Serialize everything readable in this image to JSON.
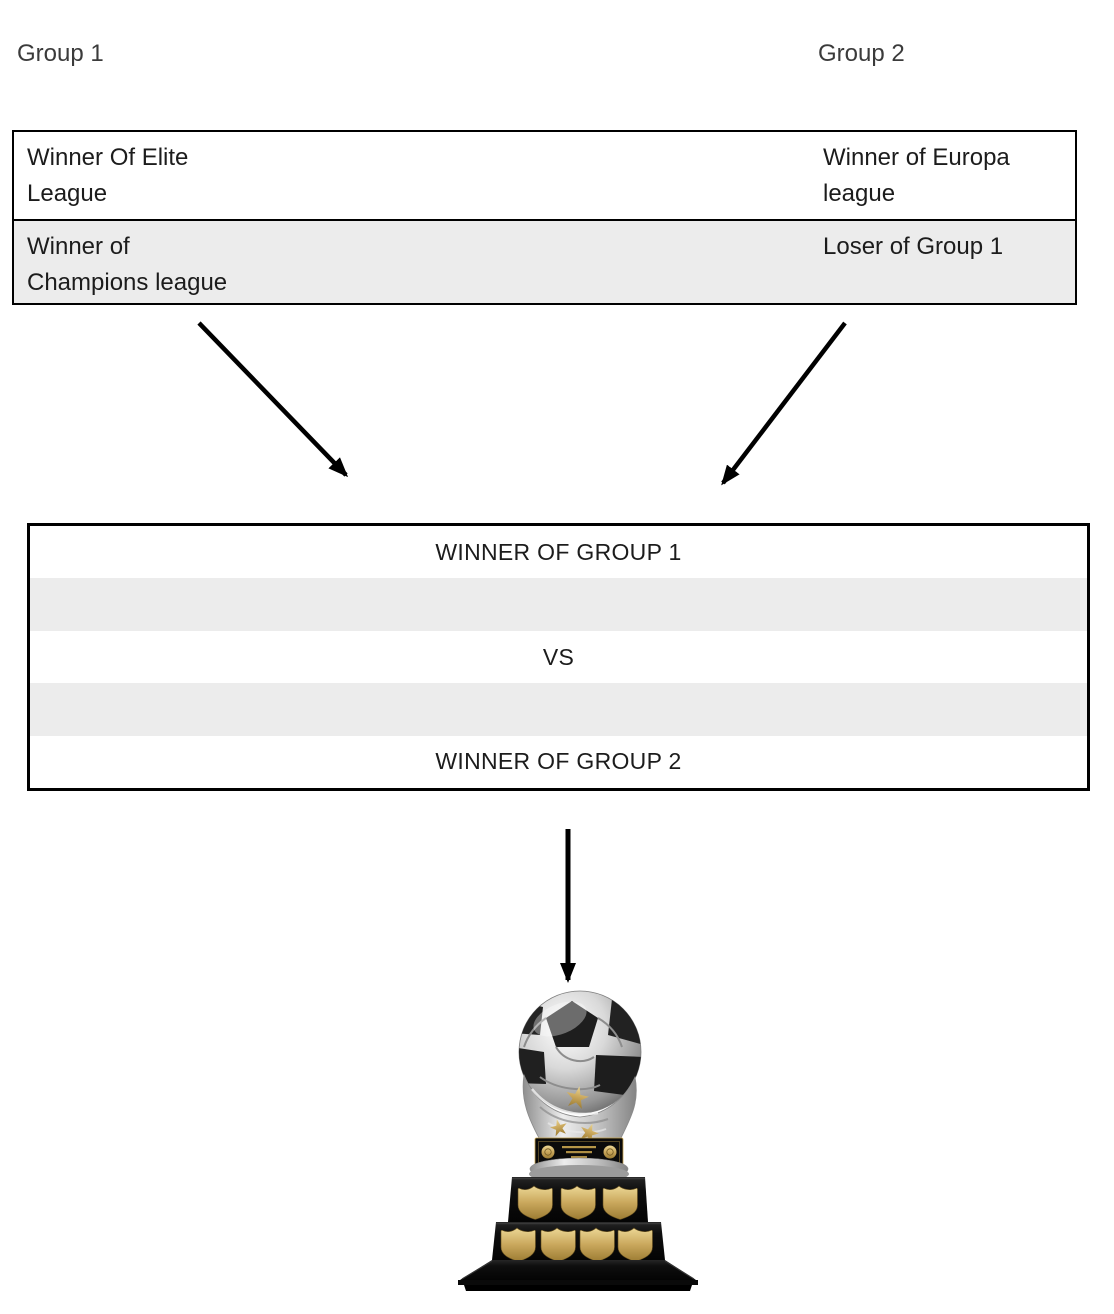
{
  "colors": {
    "background": "#ffffff",
    "table_border": "#000000",
    "alt_row_fill": "#ececec",
    "heading_text": "#3b3b3b",
    "body_text": "#1c1c1c",
    "arrow": "#000000",
    "trophy_gold": "#c9a64f",
    "trophy_silver": "#c6c6c6",
    "trophy_base": "#0d0d0d"
  },
  "headings": {
    "group1": "Group 1",
    "group2": "Group 2"
  },
  "groups_table": {
    "rows": [
      {
        "left_lines": [
          "Winner Of Elite",
          "League"
        ],
        "right_lines": [
          "Winner of Europa",
          "league"
        ]
      },
      {
        "left_lines": [
          "Winner of",
          "Champions league"
        ],
        "right_lines": [
          "Loser of Group 1",
          ""
        ]
      }
    ]
  },
  "final_match_table": {
    "rows": [
      {
        "label": "WINNER OF GROUP 1"
      },
      {
        "label": ""
      },
      {
        "label": "VS"
      },
      {
        "label": ""
      },
      {
        "label": "WINNER OF GROUP 2"
      }
    ]
  },
  "icons": {
    "left_arrow": "diagonal-arrow-down-right",
    "right_arrow": "diagonal-arrow-down-left",
    "center_arrow": "arrow-down",
    "trophy": "soccer-ball-trophy"
  }
}
